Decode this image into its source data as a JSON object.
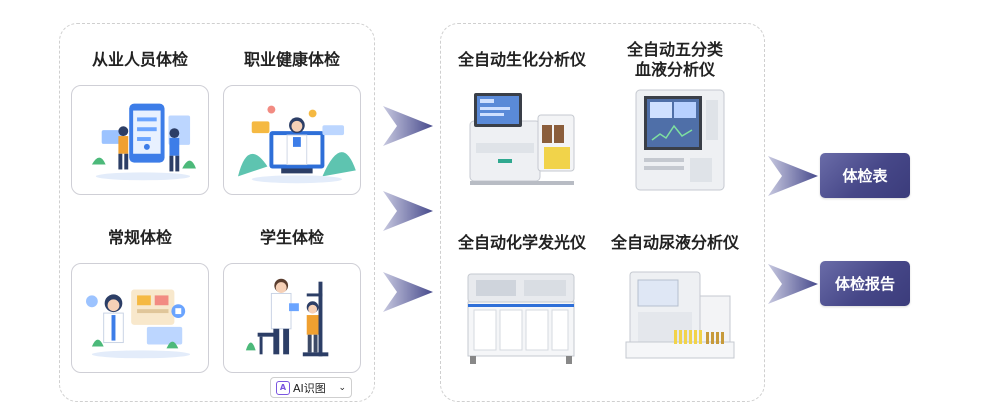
{
  "categories": [
    {
      "label": "从业人员体检"
    },
    {
      "label": "职业健康体检"
    },
    {
      "label": "常规体检"
    },
    {
      "label": "学生体检"
    }
  ],
  "devices": [
    {
      "label": "全自动生化分析仪"
    },
    {
      "label_line1": "全自动五分类",
      "label_line2": "血液分析仪"
    },
    {
      "label": "全自动化学发光仪"
    },
    {
      "label": "全自动尿液分析仪"
    }
  ],
  "outputs": [
    {
      "label": "体检表"
    },
    {
      "label": "体检报告"
    }
  ],
  "ai_badge": {
    "label": "AI识图",
    "icon": "ai-scan-icon"
  },
  "colors": {
    "output_button": "#464788",
    "arrow": "#474a8c",
    "dashed_border": "#cfcfcf"
  }
}
